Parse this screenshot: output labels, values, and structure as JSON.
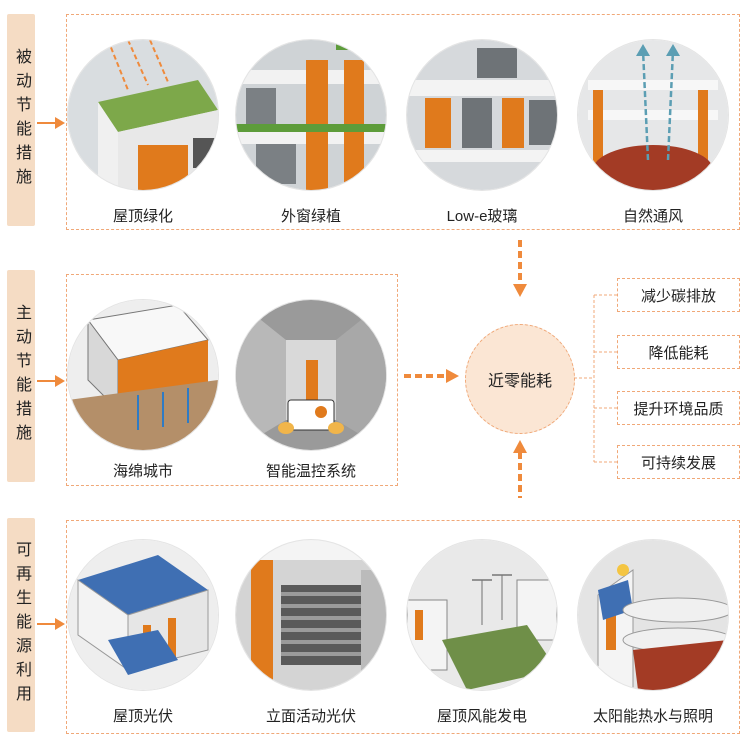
{
  "sections": [
    {
      "label": "被动节能措施",
      "items": [
        "屋顶绿化",
        "外窗绿植",
        "Low-e玻璃",
        "自然通风"
      ]
    },
    {
      "label": "主动节能措施",
      "items": [
        "海绵城市",
        "智能温控系统"
      ]
    },
    {
      "label": "可再生能源利用",
      "items": [
        "屋顶光伏",
        "立面活动光伏",
        "屋顶风能发电",
        "太阳能热水与照明"
      ]
    }
  ],
  "center": "近零能耗",
  "outcomes": [
    "减少碳排放",
    "降低能耗",
    "提升环境品质",
    "可持续发展"
  ],
  "colors": {
    "accent": "#ef8a3c",
    "side_bg": "#f5dcc4",
    "center_bg": "#fbe6d4",
    "border": "#f0a878"
  },
  "icons": [
    "roof-green-icon",
    "window-plants-icon",
    "lowe-glass-icon",
    "natural-ventilation-icon",
    "sponge-city-icon",
    "smart-control-icon",
    "roof-pv-icon",
    "facade-pv-icon",
    "roof-wind-icon",
    "solar-lighting-icon"
  ]
}
